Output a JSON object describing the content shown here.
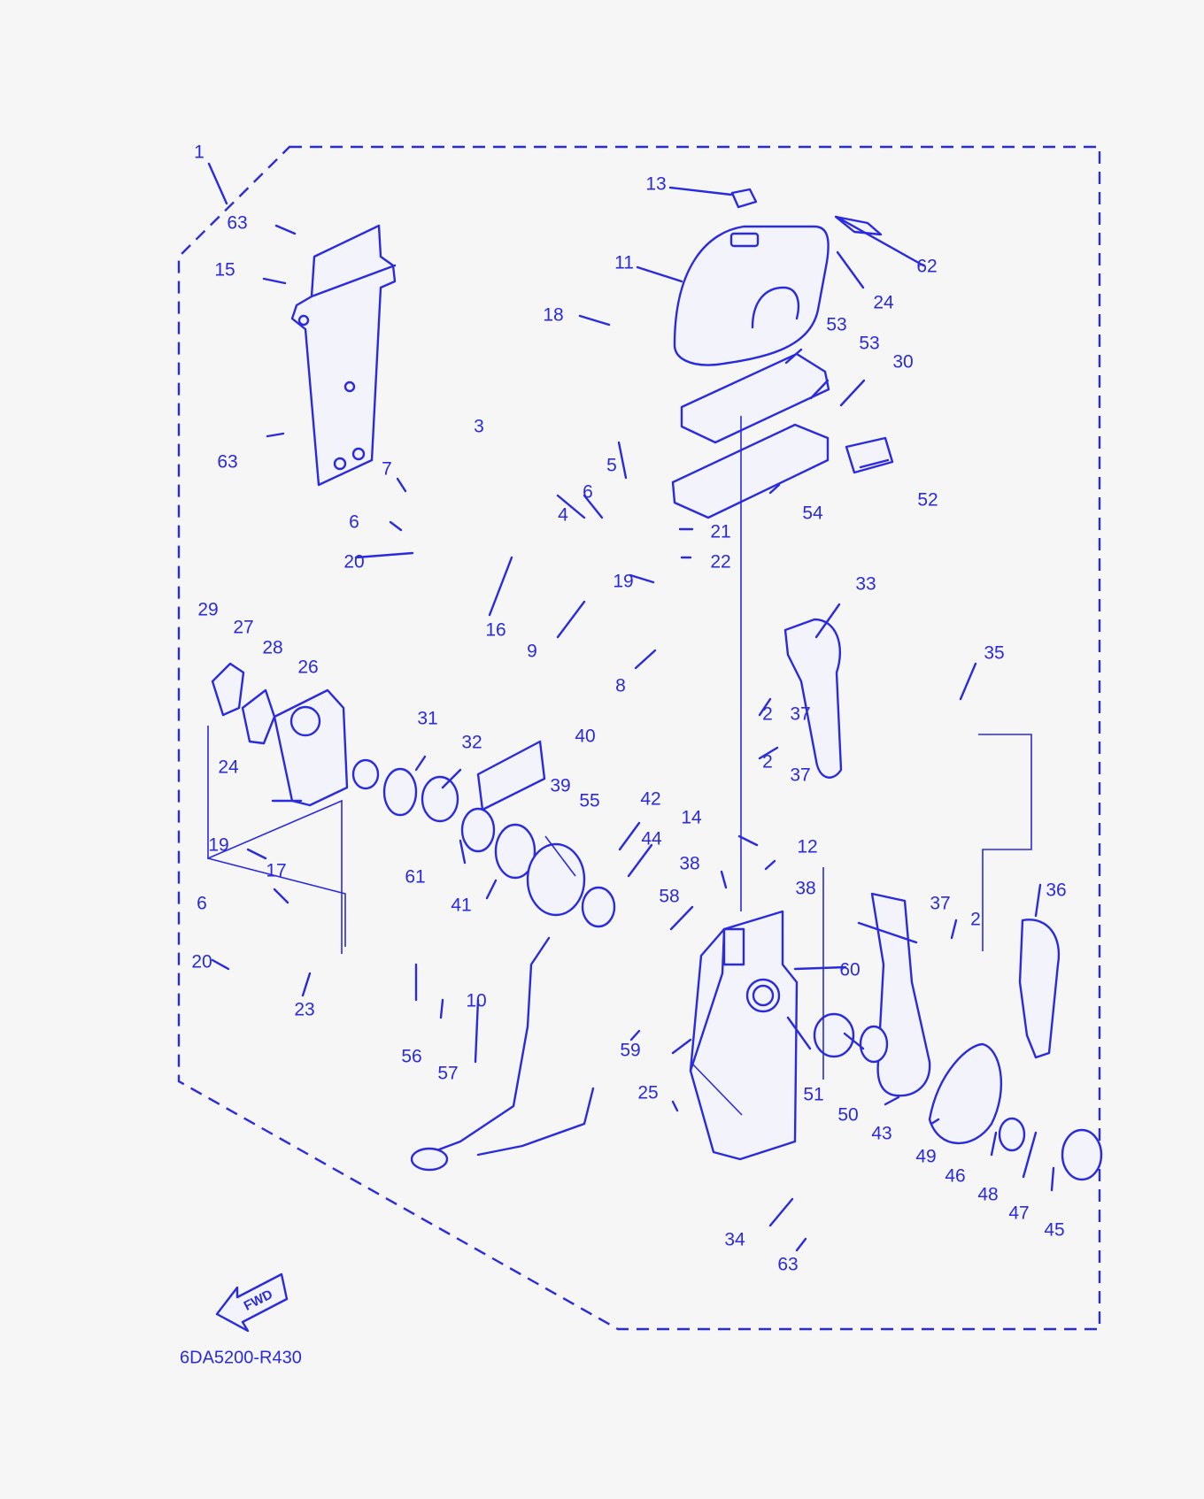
{
  "diagram": {
    "code": "6DA5200-R430",
    "fwd_label": "FWD",
    "callouts": {
      "n1": "1",
      "n2a": "2",
      "n2b": "2",
      "n2c": "2",
      "n3": "3",
      "n4": "4",
      "n5": "5",
      "n6a": "6",
      "n6b": "6",
      "n6c": "6",
      "n7": "7",
      "n8": "8",
      "n9": "9",
      "n10": "10",
      "n11": "11",
      "n12": "12",
      "n13": "13",
      "n14": "14",
      "n15": "15",
      "n16": "16",
      "n17": "17",
      "n18": "18",
      "n19a": "19",
      "n19b": "19",
      "n20a": "20",
      "n20b": "20",
      "n21": "21",
      "n22": "22",
      "n23": "23",
      "n24a": "24",
      "n24b": "24",
      "n25": "25",
      "n26": "26",
      "n27": "27",
      "n28": "28",
      "n29": "29",
      "n30": "30",
      "n31": "31",
      "n32": "32",
      "n33": "33",
      "n34": "34",
      "n35": "35",
      "n36": "36",
      "n37a": "37",
      "n37b": "37",
      "n37c": "37",
      "n38a": "38",
      "n38b": "38",
      "n39": "39",
      "n40": "40",
      "n41": "41",
      "n42": "42",
      "n43": "43",
      "n44": "44",
      "n45": "45",
      "n46": "46",
      "n47": "47",
      "n48": "48",
      "n49": "49",
      "n50": "50",
      "n51": "51",
      "n52": "52",
      "n53a": "53",
      "n53b": "53",
      "n54": "54",
      "n55": "55",
      "n56": "56",
      "n57": "57",
      "n58": "58",
      "n59": "59",
      "n60": "60",
      "n61": "61",
      "n62": "62",
      "n63a": "63",
      "n63b": "63",
      "n63c": "63"
    }
  }
}
